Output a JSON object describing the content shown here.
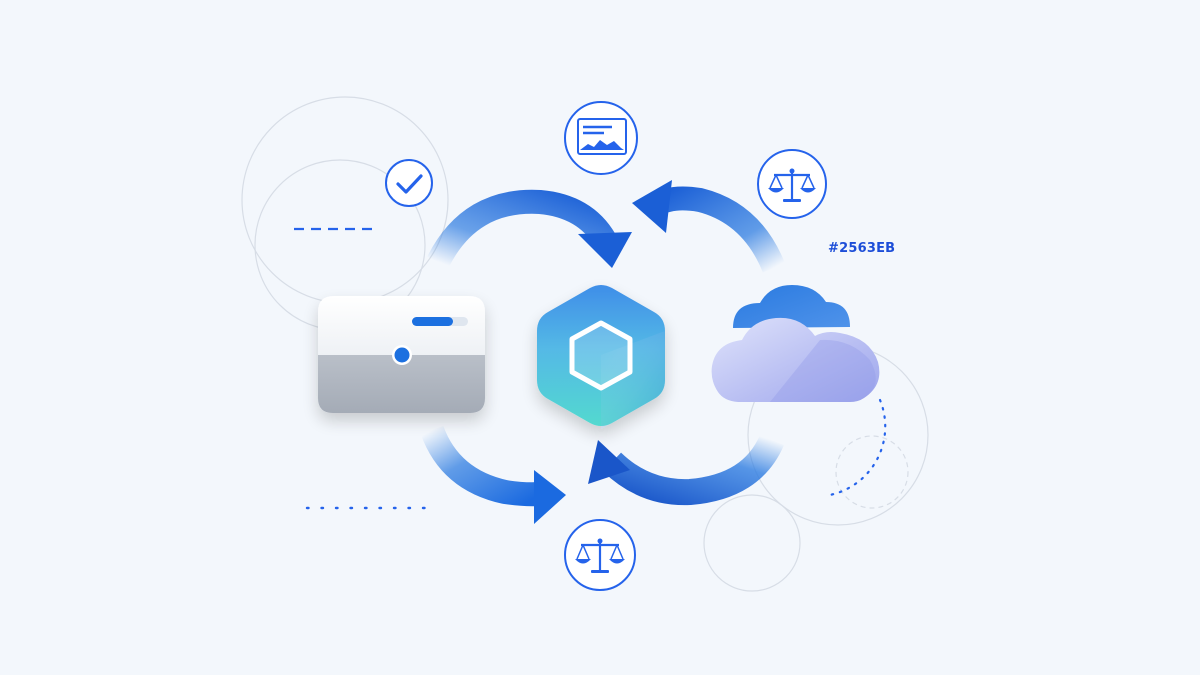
{
  "annotation": {
    "color_code_label": "#2563EB"
  },
  "colors": {
    "background": "#f3f7fc",
    "primary_blue": "#2563EB",
    "arrow_blue": "#1d6fe0",
    "arrow_dark": "#1a56c9",
    "teal": "#4ad6d0",
    "cloud_lavender": "#a9b2ef",
    "cloud_blue": "#2f7de1",
    "device_gray": "#aab1bb",
    "ring_gray": "#d7dde6"
  },
  "nodes": [
    {
      "id": "device",
      "icon": "device-panel-icon"
    },
    {
      "id": "hub",
      "icon": "hexagon-hub-icon"
    },
    {
      "id": "cloud",
      "icon": "cloud-icon"
    }
  ],
  "badges": [
    {
      "id": "check",
      "icon": "check-icon"
    },
    {
      "id": "analytics",
      "icon": "chart-icon"
    },
    {
      "id": "balance-right",
      "icon": "scale-icon"
    },
    {
      "id": "balance-bottom",
      "icon": "scale-icon"
    }
  ]
}
